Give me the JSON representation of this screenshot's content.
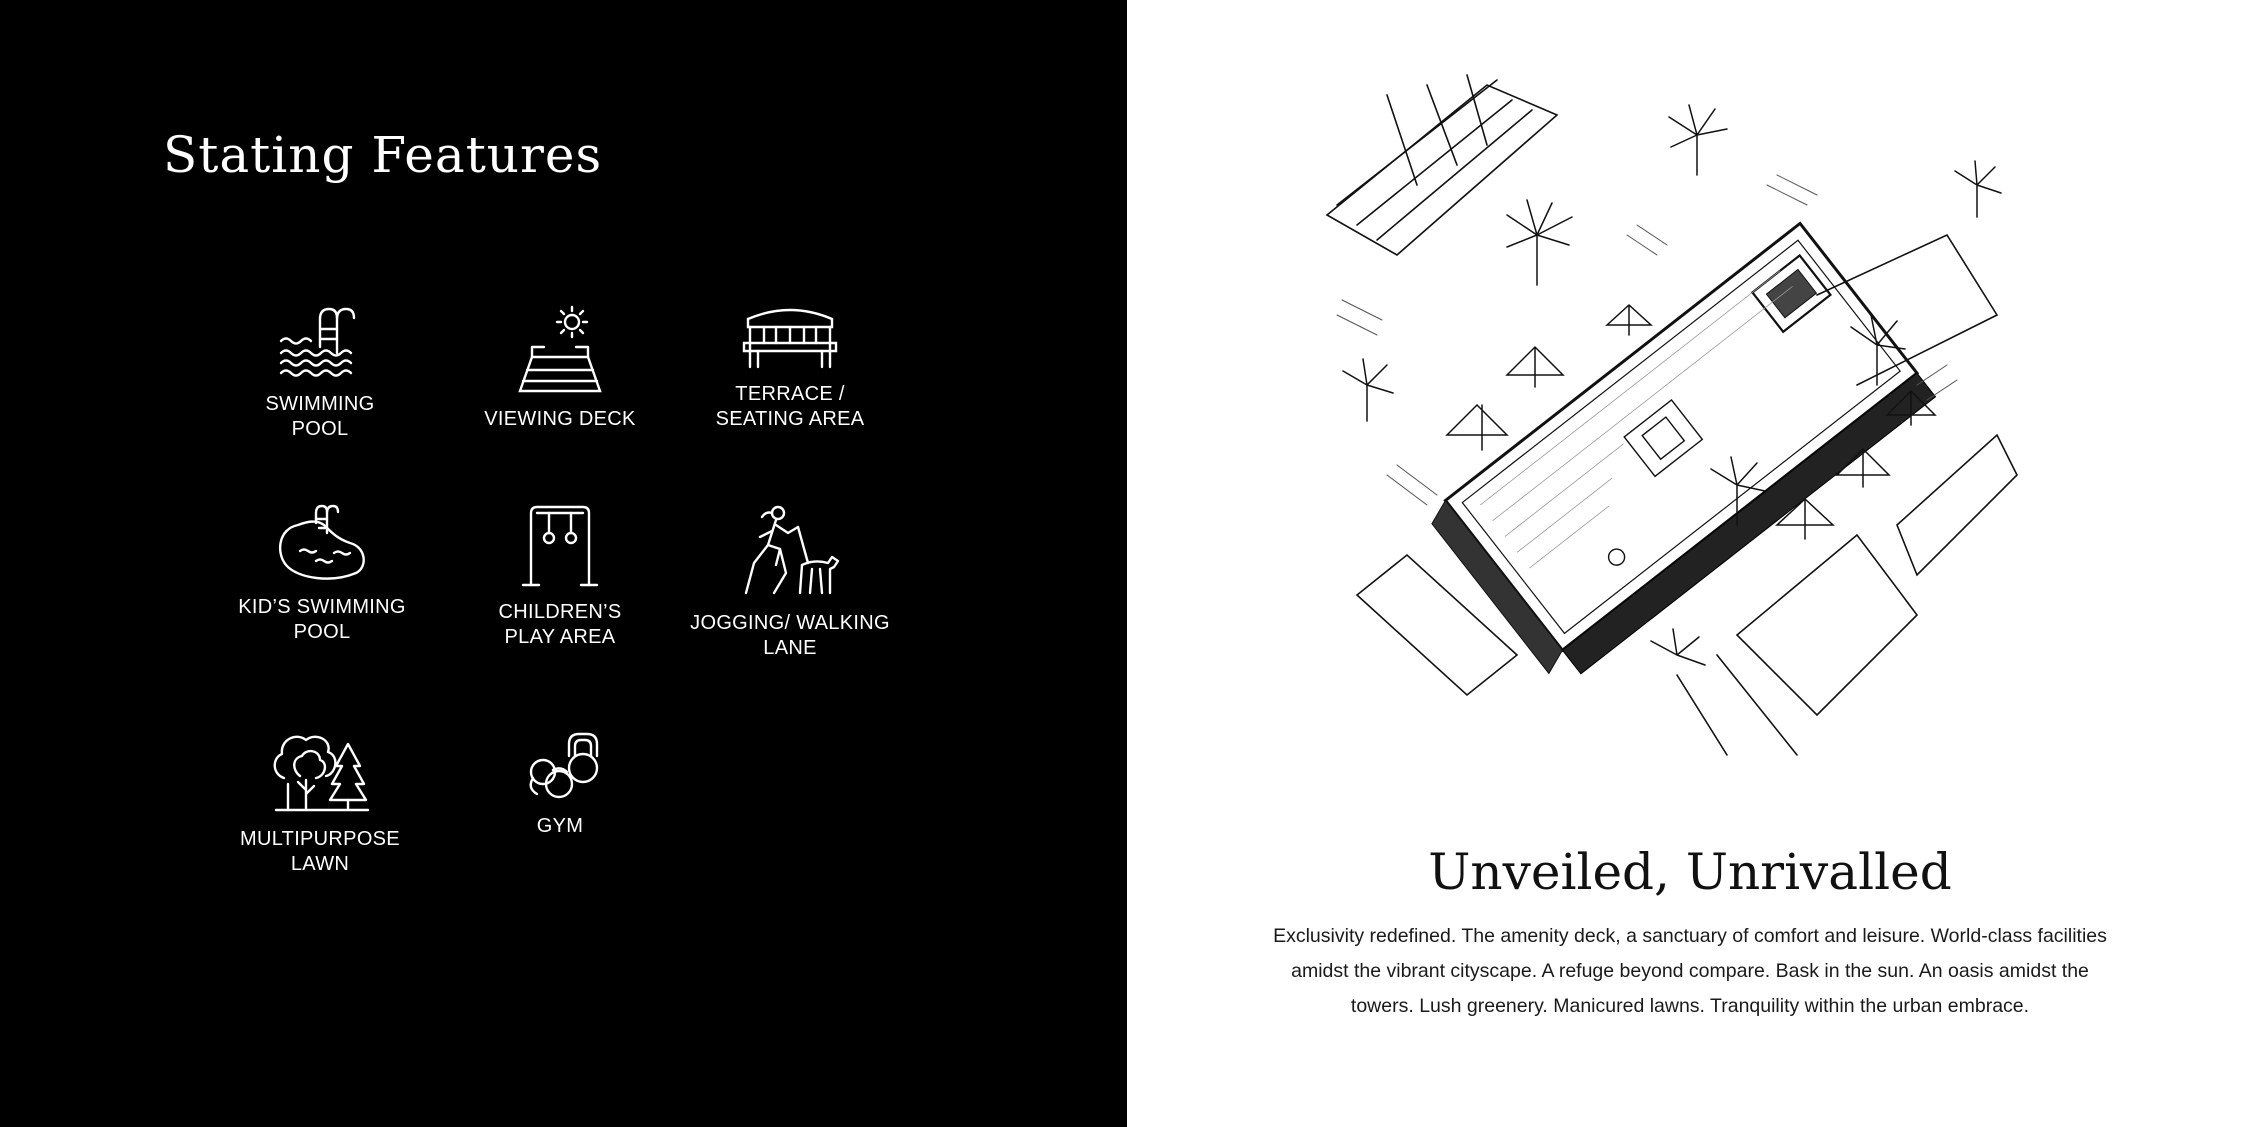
{
  "left": {
    "title": "Stating Features",
    "features": [
      {
        "icon": "swimming-pool-icon",
        "label": "SWIMMING\nPOOL"
      },
      {
        "icon": "viewing-deck-icon",
        "label": "VIEWING DECK"
      },
      {
        "icon": "bench-icon",
        "label": "TERRACE /\nSEATING AREA"
      },
      {
        "icon": "kids-pool-icon",
        "label": "KID’S SWIMMING\nPOOL"
      },
      {
        "icon": "play-frame-icon",
        "label": "CHILDREN’S\nPLAY AREA"
      },
      {
        "icon": "jogger-with-dog-icon",
        "label": "JOGGING/ WALKING\nLANE"
      },
      {
        "icon": "trees-icon",
        "label": "MULTIPURPOSE\nLAWN"
      },
      {
        "icon": "kettlebell-icon",
        "label": "GYM"
      }
    ]
  },
  "right": {
    "heading": "Unveiled, Unrivalled",
    "body": "Exclusivity redefined. The amenity deck, a sanctuary of comfort and leisure. World-class facilities amidst the vibrant cityscape. A refuge beyond compare. Bask in the sun. An oasis amidst the towers. Lush greenery. Manicured lawns. Tranquility within the urban embrace."
  },
  "colors": {
    "panel_dark": "#000000",
    "panel_light": "#ffffff",
    "text_dark": "#111111"
  }
}
